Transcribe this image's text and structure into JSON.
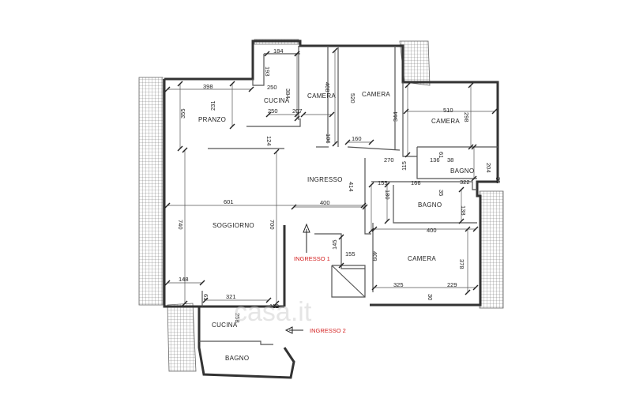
{
  "rooms": {
    "pranzo": "PRANZO",
    "cucina_top": "CUCINA",
    "camera_1": "CAMERA",
    "camera_2": "CAMERA",
    "camera_3": "CAMERA",
    "bagno_1": "BAGNO",
    "ingresso": "INGRESSO",
    "bagno_2": "BAGNO",
    "soggiorno": "SOGGIORNO",
    "camera_4": "CAMERA",
    "cucina_bottom": "CUCINA",
    "bagno_3": "BAGNO"
  },
  "entries": {
    "ingresso_1": "INGRESSO 1",
    "ingresso_2": "INGRESSO 2"
  },
  "dimensions": {
    "d184": "184",
    "d193": "193",
    "d250a": "250",
    "d384": "384",
    "d408": "408",
    "d520": "520",
    "d398": "398",
    "d231": "231",
    "d250b": "250",
    "d207": "207",
    "d355": "355",
    "d510": "510",
    "d298": "298",
    "d344": "344",
    "d106": "106",
    "d124": "124",
    "d160": "160",
    "d270": "270",
    "d136": "136",
    "d61a": "61",
    "d38": "38",
    "d115": "115",
    "d204": "204",
    "d155a": "155",
    "d166": "166",
    "d322": "322",
    "d35a": "35",
    "d35b": "35",
    "d180": "180",
    "d414": "414",
    "d601": "601",
    "d400a": "400",
    "d138": "138",
    "d740": "740",
    "d700": "700",
    "d400b": "400",
    "d145": "145",
    "d155b": "155",
    "d409": "409",
    "d378": "378",
    "d148": "148",
    "d325": "325",
    "d229": "229",
    "d30": "30",
    "d61b": "61",
    "d321": "321",
    "d112": "112",
    "d258": "258"
  },
  "watermark": "casa.it",
  "colors": {
    "wall": "#333333",
    "entry": "#d42020",
    "hatch": "#888888"
  }
}
